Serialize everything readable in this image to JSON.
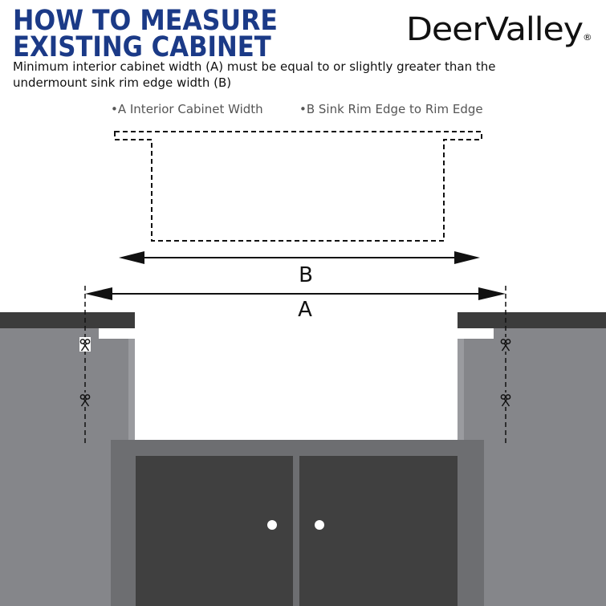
{
  "header": {
    "title_line1": "HOW TO MEASURE",
    "title_line2": "EXISTING CABINET",
    "subtitle": "Minimum interior cabinet width (A) must be equal to or slightly greater than the undermount sink rim edge width (B)"
  },
  "brand": {
    "name": "DeerValley",
    "mark": "®"
  },
  "legend": {
    "a": "•A  Interior Cabinet Width",
    "b": "•B  Sink Rim Edge to Rim Edge"
  },
  "dimensions": {
    "b_label": "B",
    "a_label": "A"
  },
  "colors": {
    "title": "#1b3a87",
    "countertop": "#3c3c3c",
    "cabinet_side": "#85868a",
    "cabinet_frame": "#6d6e71",
    "cabinet_door": "#404040",
    "knob": "#ffffff"
  },
  "icons": [
    "scissors-icon"
  ]
}
